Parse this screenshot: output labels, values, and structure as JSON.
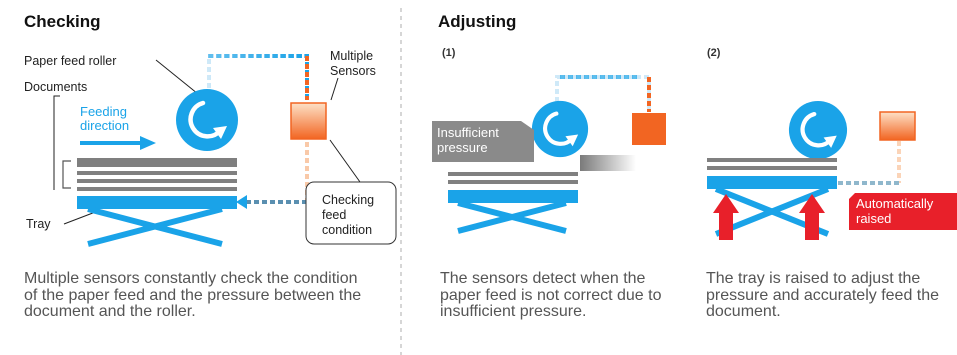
{
  "checking": {
    "title": "Checking",
    "roller_label": "Paper feed roller",
    "documents_label": "Documents",
    "feeding_label": [
      "Feeding",
      "direction"
    ],
    "sensors_label": [
      "Multiple",
      "Sensors"
    ],
    "tray_label": "Tray",
    "checking_box": [
      "Checking",
      "feed",
      "condition"
    ],
    "caption": "Multiple sensors constantly check the condition of the paper feed and the pressure between the document and the roller."
  },
  "adjusting": {
    "title": "Adjusting",
    "step1": {
      "number": "(1)",
      "pressure_label": [
        "Insufficient",
        "pressure"
      ],
      "caption": "The sensors detect when the paper feed is not correct due to insufficient pressure."
    },
    "step2": {
      "number": "(2)",
      "raised_label": [
        "Automatically",
        "raised"
      ],
      "caption": "The tray is raised to adjust the pressure and accurately feed the document."
    }
  },
  "colors": {
    "blue": "#1aa3e8",
    "orange": "#f26522",
    "red": "#e8202a",
    "gray": "#808080",
    "divider": "#bbbbbb"
  },
  "icons": {
    "roller": "clockwise-arrow-circle",
    "sensor": "orange-gradient-square",
    "raise": "red-up-arrow"
  }
}
